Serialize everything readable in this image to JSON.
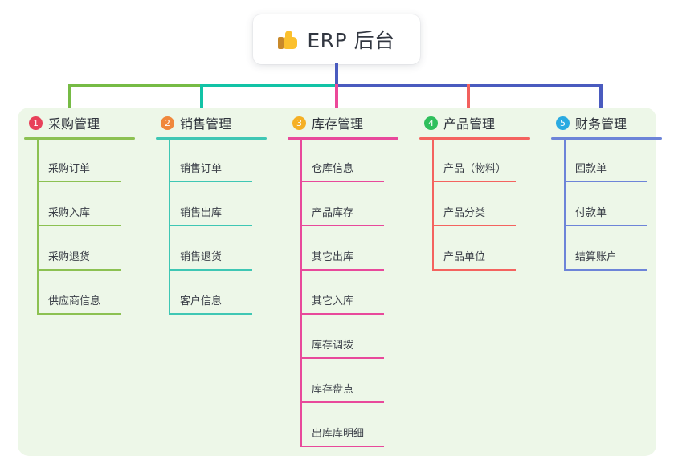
{
  "root": {
    "emoji": "👍",
    "icon_name": "thumbs-up-icon",
    "title": "ERP 后台"
  },
  "palette": {
    "panel_bg": "#edf7e8",
    "page_bg": "#ffffff",
    "trunk": "#4a5bbf",
    "text": "#2f333c"
  },
  "connectors": {
    "trunk_color": "#4a5bbf",
    "bar_segments": [
      "#76bb45",
      "#12c3a6",
      "#4a5bbf"
    ],
    "drop_colors": [
      "#76bb45",
      "#12c3a6",
      "#ec4899",
      "#f2605d",
      "#4a5bbf"
    ]
  },
  "columns": [
    {
      "index": "1",
      "title": "采购管理",
      "badge_color": "#e8415a",
      "line_color": "#8cc152",
      "items": [
        "采购订单",
        "采购入库",
        "采购退货",
        "供应商信息"
      ]
    },
    {
      "index": "2",
      "title": "销售管理",
      "badge_color": "#f0883c",
      "line_color": "#3fc7b4",
      "items": [
        "销售订单",
        "销售出库",
        "销售退货",
        "客户信息"
      ]
    },
    {
      "index": "3",
      "title": "库存管理",
      "badge_color": "#f5b025",
      "line_color": "#e8499b",
      "items": [
        "仓库信息",
        "产品库存",
        "其它出库",
        "其它入库",
        "库存调拨",
        "库存盘点",
        "出库库明细"
      ]
    },
    {
      "index": "4",
      "title": "产品管理",
      "badge_color": "#2fbf5c",
      "line_color": "#f4635f",
      "items": [
        "产品（物料）",
        "产品分类",
        "产品单位"
      ]
    },
    {
      "index": "5",
      "title": "财务管理",
      "badge_color": "#29aae1",
      "line_color": "#6d84d8",
      "items": [
        "回款单",
        "付款单",
        "结算账户"
      ]
    }
  ]
}
